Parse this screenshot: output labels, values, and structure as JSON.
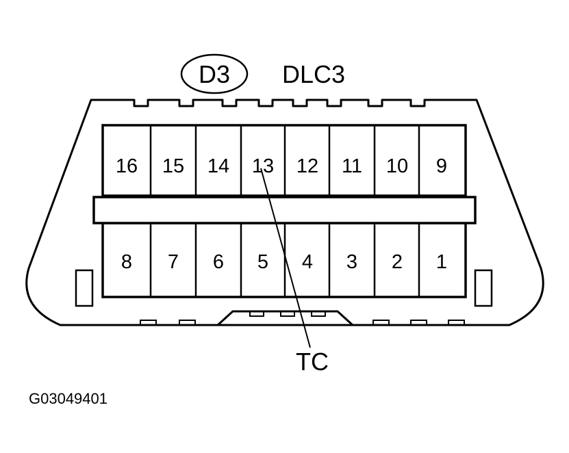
{
  "connector": {
    "code": "D3",
    "name": "DLC3",
    "top_row_pins": [
      "16",
      "15",
      "14",
      "13",
      "12",
      "11",
      "10",
      "9"
    ],
    "bottom_row_pins": [
      "8",
      "7",
      "6",
      "5",
      "4",
      "3",
      "2",
      "1"
    ],
    "callout": {
      "label": "TC",
      "pin": "13"
    }
  },
  "figure_id": "G03049401"
}
